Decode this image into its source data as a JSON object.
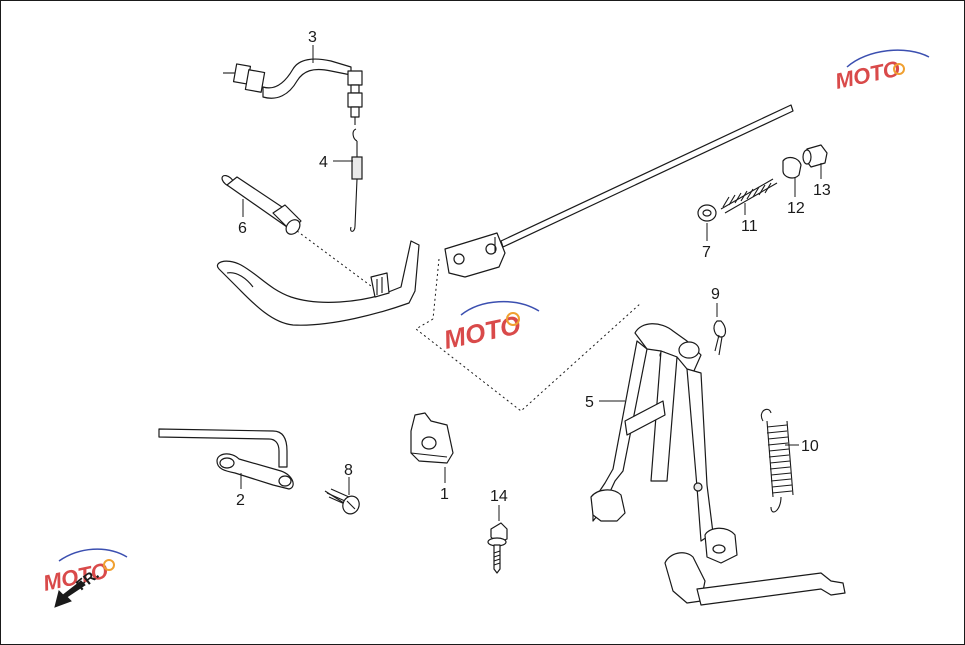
{
  "callouts": [
    {
      "id": "1",
      "label": "1"
    },
    {
      "id": "2",
      "label": "2"
    },
    {
      "id": "3",
      "label": "3"
    },
    {
      "id": "4",
      "label": "4"
    },
    {
      "id": "5",
      "label": "5"
    },
    {
      "id": "6",
      "label": "6"
    },
    {
      "id": "7",
      "label": "7"
    },
    {
      "id": "8",
      "label": "8"
    },
    {
      "id": "9",
      "label": "9"
    },
    {
      "id": "10",
      "label": "10"
    },
    {
      "id": "11",
      "label": "11"
    },
    {
      "id": "12",
      "label": "12"
    },
    {
      "id": "13",
      "label": "13"
    },
    {
      "id": "14",
      "label": "14"
    }
  ],
  "direction_marker": {
    "label": "FR.",
    "icon": "arrow-down-left-icon"
  },
  "watermark": {
    "text": "MOTO",
    "colors": {
      "primary": "#d94a4a",
      "secondary": "#3b4fb0",
      "accent": "#f0a030"
    }
  }
}
